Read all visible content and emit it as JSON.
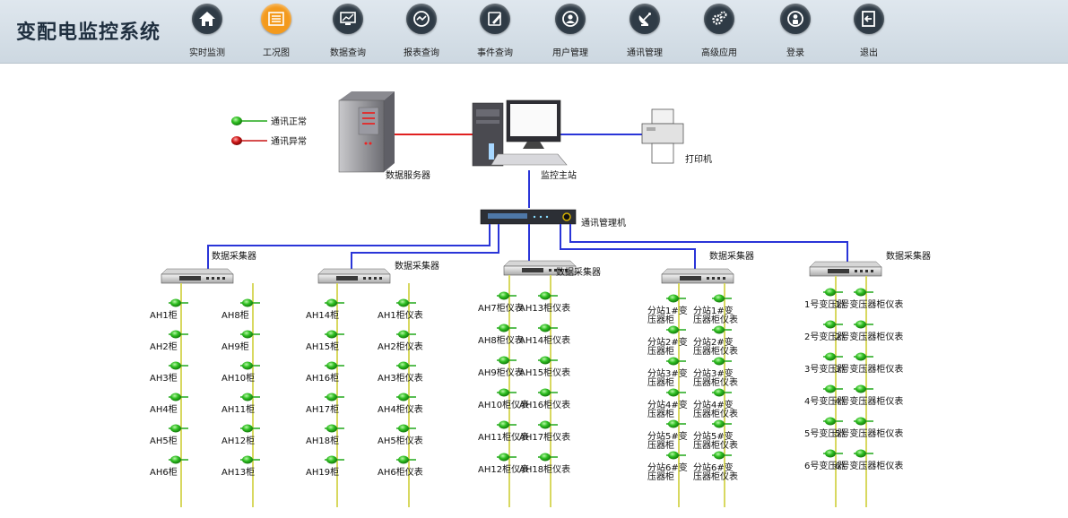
{
  "app_title": "变配电监控系统",
  "nav": [
    {
      "label": "实时监测",
      "icon": "home-icon"
    },
    {
      "label": "工况图",
      "icon": "list-icon",
      "active": true
    },
    {
      "label": "数据查询",
      "icon": "monitor-chart-icon"
    },
    {
      "label": "报表查询",
      "icon": "report-icon"
    },
    {
      "label": "事件查询",
      "icon": "edit-icon"
    },
    {
      "label": "用户管理",
      "icon": "users-icon"
    },
    {
      "label": "通讯管理",
      "icon": "satellite-icon"
    },
    {
      "label": "高级应用",
      "icon": "gears-icon"
    },
    {
      "label": "登录",
      "icon": "login-icon"
    },
    {
      "label": "退出",
      "icon": "exit-icon"
    }
  ],
  "legend": {
    "normal": "通讯正常",
    "abnormal": "通讯异常"
  },
  "devices": {
    "server": "数据服务器",
    "station": "监控主站",
    "printer": "打印机",
    "comm_manager": "通讯管理机"
  },
  "collectors": [
    {
      "label": "数据采集器",
      "left": [
        "AH1柜",
        "AH2柜",
        "AH3柜",
        "AH4柜",
        "AH5柜",
        "AH6柜"
      ],
      "right": [
        "AH8柜",
        "AH9柜",
        "AH10柜",
        "AH11柜",
        "AH12柜",
        "AH13柜"
      ]
    },
    {
      "label": "数据采集器",
      "left": [
        "AH14柜",
        "AH15柜",
        "AH16柜",
        "AH17柜",
        "AH18柜",
        "AH19柜"
      ],
      "right": [
        "AH1柜仪表",
        "AH2柜仪表",
        "AH3柜仪表",
        "AH4柜仪表",
        "AH5柜仪表",
        "AH6柜仪表"
      ]
    },
    {
      "label": "数据采集器",
      "left": [
        "AH7柜仪表",
        "AH8柜仪表",
        "AH9柜仪表",
        "AH10柜仪表",
        "AH11柜仪表",
        "AH12柜仪表"
      ],
      "right": [
        "AH13柜仪表",
        "AH14柜仪表",
        "AH15柜仪表",
        "AH16柜仪表",
        "AH17柜仪表",
        "AH18柜仪表"
      ]
    },
    {
      "label": "数据采集器",
      "left": [
        "分站1#变压器柜",
        "分站2#变压器柜",
        "分站3#变压器柜",
        "分站4#变压器柜",
        "分站5#变压器柜",
        "分站6#变压器柜"
      ],
      "right": [
        "分站1#变压器柜仪表",
        "分站2#变压器柜仪表",
        "分站3#变压器柜仪表",
        "分站4#变压器柜仪表",
        "分站5#变压器柜仪表",
        "分站6#变压器柜仪表"
      ]
    },
    {
      "label": "数据采集器",
      "left": [
        "1号变压器",
        "2号变压器",
        "3号变压器",
        "4号变压器",
        "5号变压器",
        "6号变压器"
      ],
      "right": [
        "1号变压器柜仪表",
        "2号变压器柜仪表",
        "3号变压器柜仪表",
        "4号变压器柜仪表",
        "5号变压器柜仪表",
        "6号变压器柜仪表"
      ]
    }
  ],
  "colors": {
    "normal": "#22a81a",
    "abnormal": "#c81414",
    "bus": "#2a35d8",
    "trunk": "#d8d860",
    "server_link": "#e02020",
    "nav_active": "#f39a1d",
    "nav_icon": "#2f3b46"
  }
}
